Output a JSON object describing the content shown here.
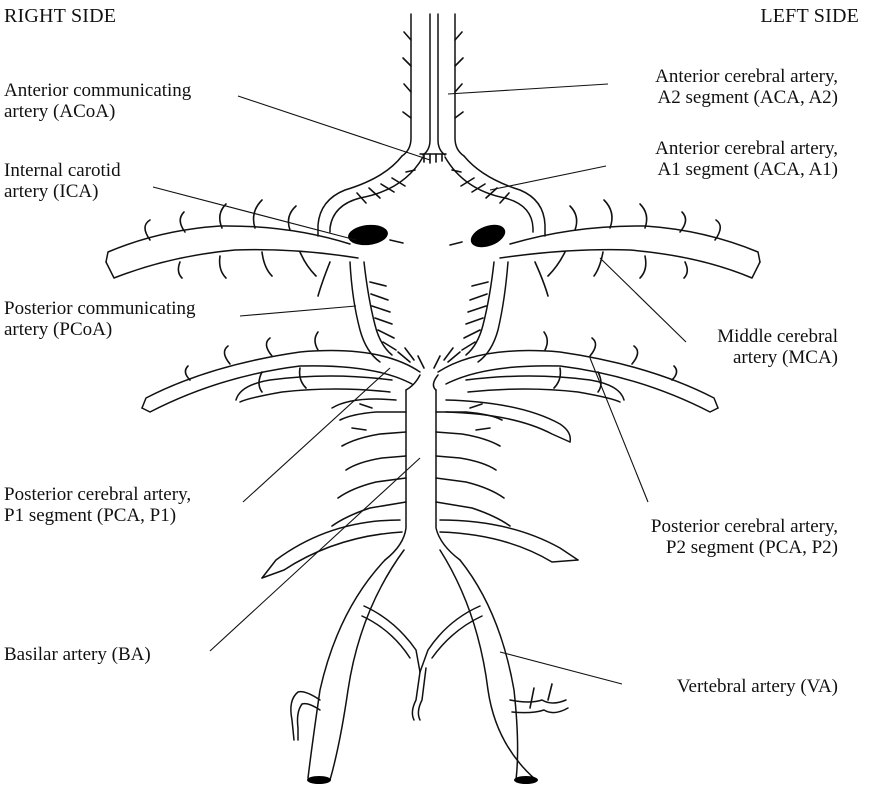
{
  "headers": {
    "right_side": "RIGHT SIDE",
    "left_side": "LEFT SIDE"
  },
  "labels": {
    "acoa": [
      "Anterior communicating",
      "artery (ACoA)"
    ],
    "ica": [
      "Internal carotid",
      "artery (ICA)"
    ],
    "pcoa": [
      "Posterior communicating",
      "artery (PCoA)"
    ],
    "pca_p1": [
      "Posterior cerebral artery,",
      "P1 segment (PCA, P1)"
    ],
    "ba": [
      "Basilar artery (BA)"
    ],
    "aca_a2": [
      "Anterior cerebral artery,",
      "A2 segment (ACA, A2)"
    ],
    "aca_a1": [
      "Anterior cerebral artery,",
      "A1 segment (ACA, A1)"
    ],
    "mca": [
      "Middle cerebral",
      "artery (MCA)"
    ],
    "pca_p2": [
      "Posterior cerebral artery,",
      "P2 segment (PCA, P2)"
    ],
    "va": [
      "Vertebral artery (VA)"
    ]
  }
}
